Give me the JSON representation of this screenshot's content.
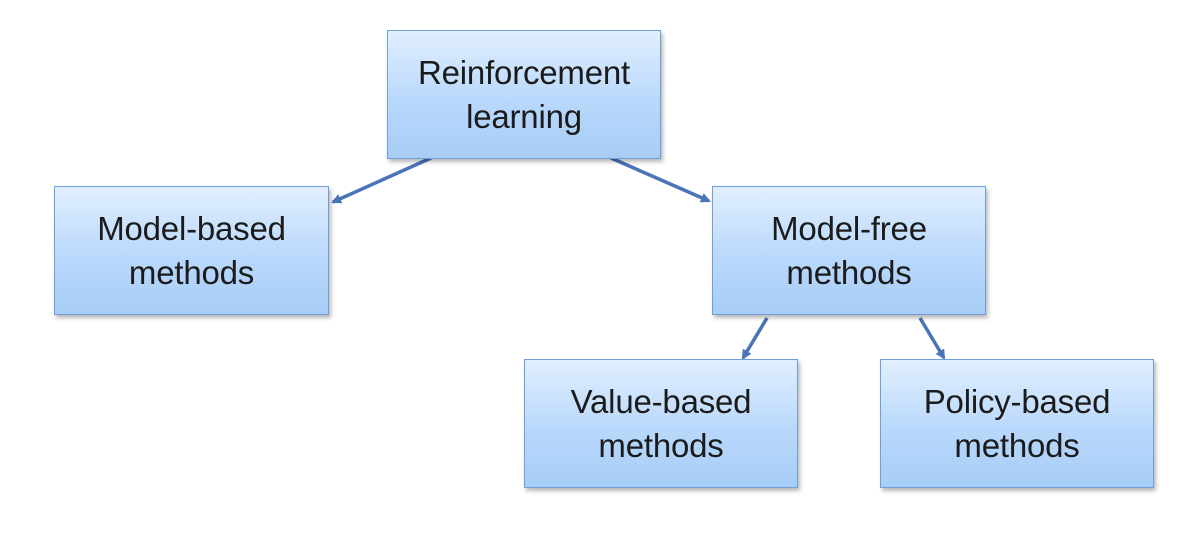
{
  "diagram": {
    "nodes": {
      "root": {
        "label": "Reinforcement\nlearning"
      },
      "model_based": {
        "label": "Model-based\nmethods"
      },
      "model_free": {
        "label": "Model-free\nmethods"
      },
      "value_based": {
        "label": "Value-based\nmethods"
      },
      "policy_based": {
        "label": "Policy-based\nmethods"
      }
    },
    "edges": [
      {
        "from": "root",
        "to": "model_based"
      },
      {
        "from": "root",
        "to": "model_free"
      },
      {
        "from": "model_free",
        "to": "value_based"
      },
      {
        "from": "model_free",
        "to": "policy_based"
      }
    ],
    "colors": {
      "node_fill_top": "#e1efff",
      "node_fill_bottom": "#a7cdf7",
      "node_border": "#6f9fd4",
      "arrow": "#4a74b8",
      "text": "#1b1b1b"
    }
  }
}
